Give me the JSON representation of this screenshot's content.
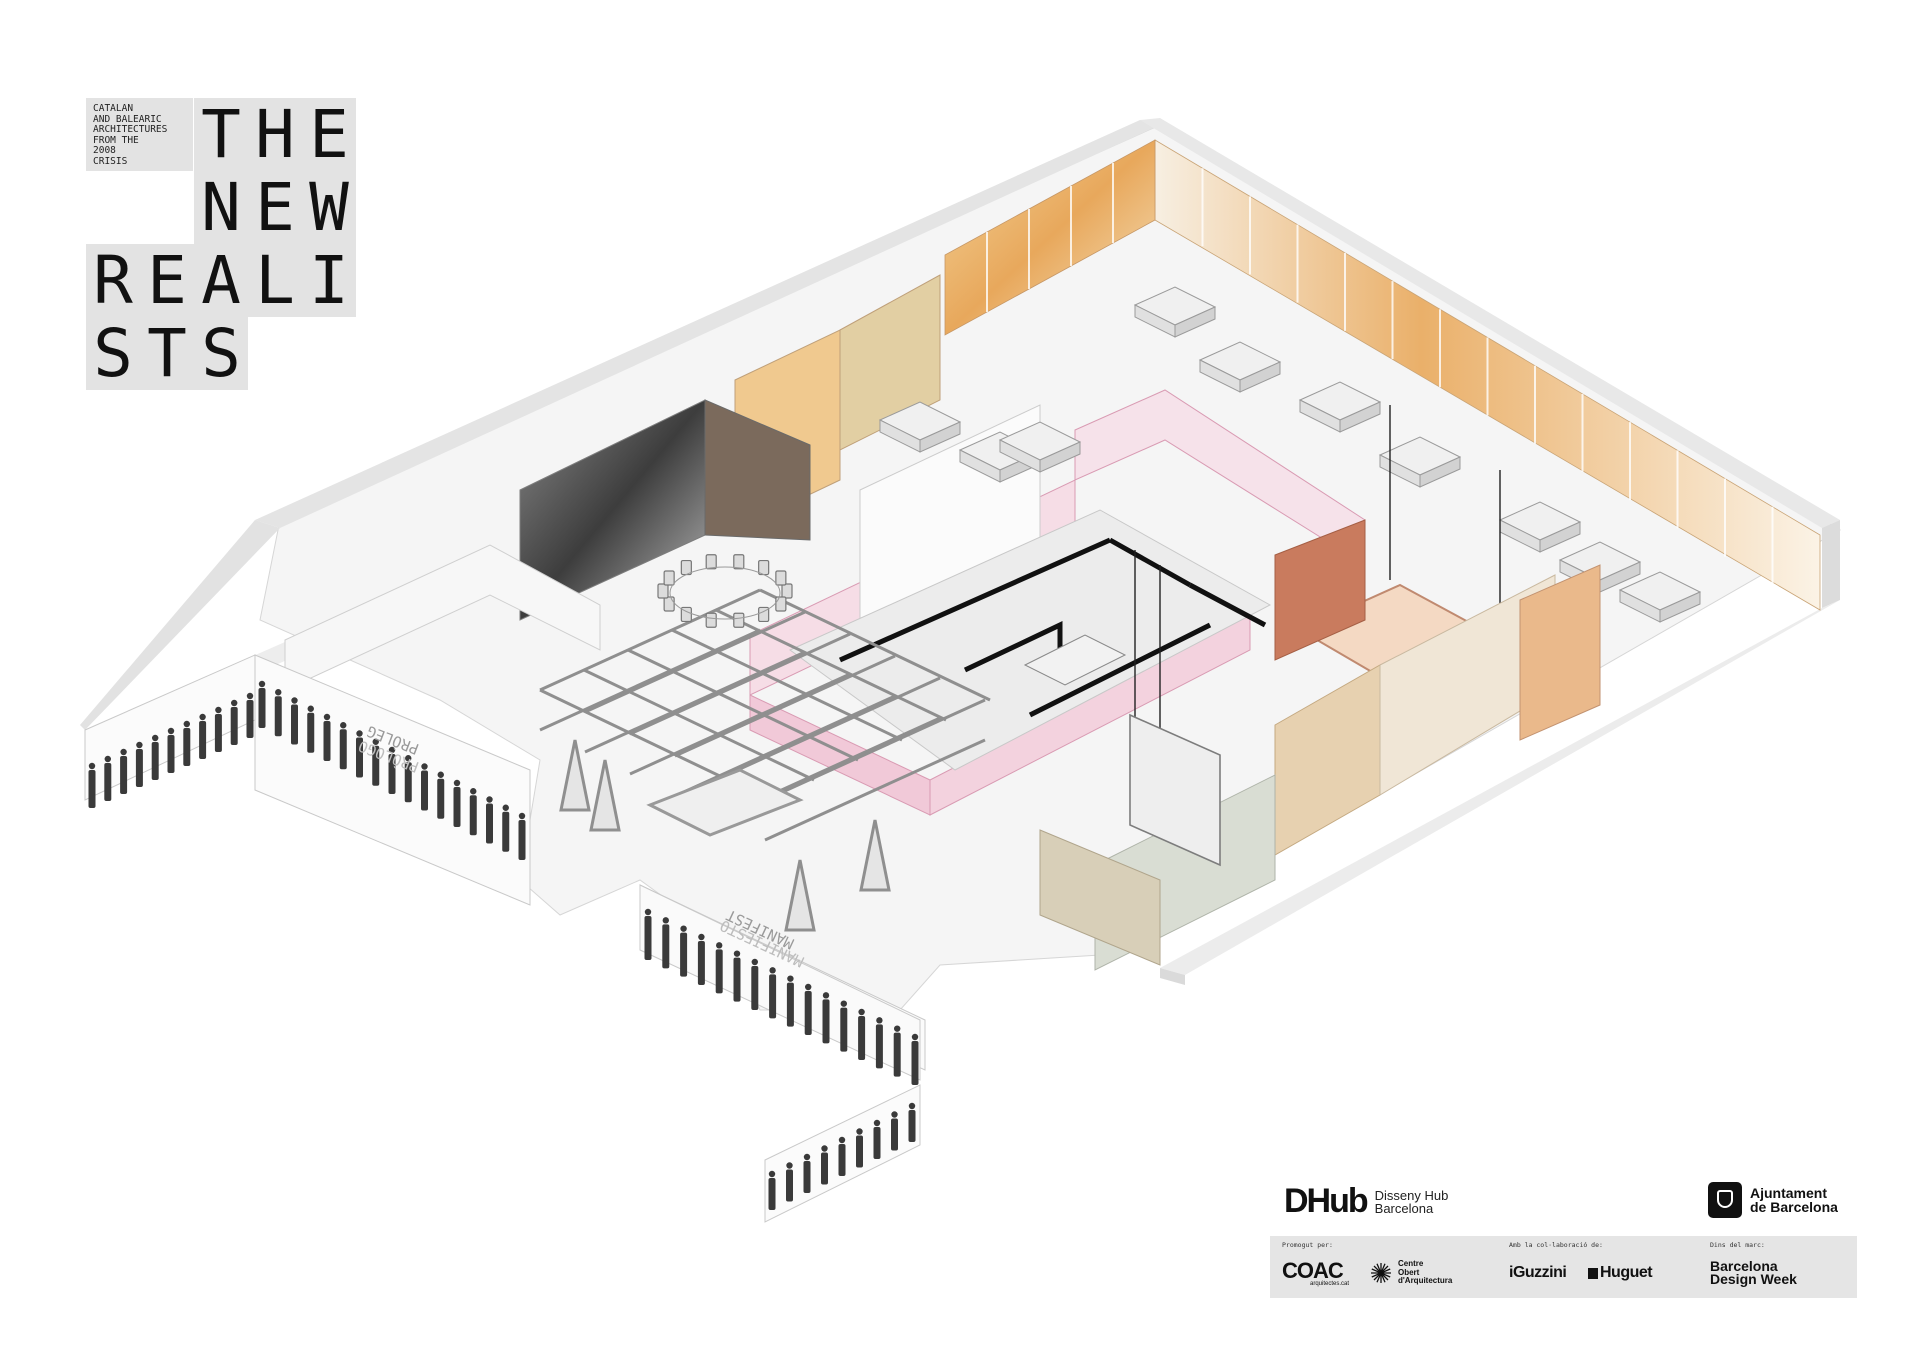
{
  "title": {
    "subtitle": "CATALAN\nAND BALEARIC\nARCHITECTURES\nFROM THE\n2008\nCRISIS",
    "rows": [
      [
        "T",
        "H",
        "E"
      ],
      [
        "N",
        "E",
        "W"
      ],
      [
        "R",
        "E",
        "A",
        "L",
        "I"
      ],
      [
        "S",
        "T",
        "S"
      ]
    ]
  },
  "plan_labels": {
    "proleg": "PRÒLEG",
    "proleg_mirror": "PRÒLOGO",
    "manifest": "MANIFEST",
    "manifest_mirror": "MANIFIESTO"
  },
  "logos": {
    "dhub_mark": "DHub",
    "dhub_sub": "Disseny Hub\nBarcelona",
    "ajuntament": "Ajuntament\nde Barcelona",
    "ajuntament_icon": "city-shield-icon",
    "promoted_caption": "Promogut per:",
    "coac": "COAC",
    "coac_sub": "arquitectes.cat",
    "coa": "Centre\nObert\nd'Arquitectura",
    "collab_caption": "Amb la col·laboració de:",
    "iguzzini": "iGuzzini",
    "huguet": "Huguet",
    "framework_caption": "Dins del marc:",
    "bdw": "Barcelona\nDesign Week"
  },
  "colors": {
    "wall": "#efefef",
    "floor": "#f4f4f4",
    "accent_pink": "#e7b6c9",
    "photo_warm": "#e9b874",
    "dark": "#111111"
  }
}
